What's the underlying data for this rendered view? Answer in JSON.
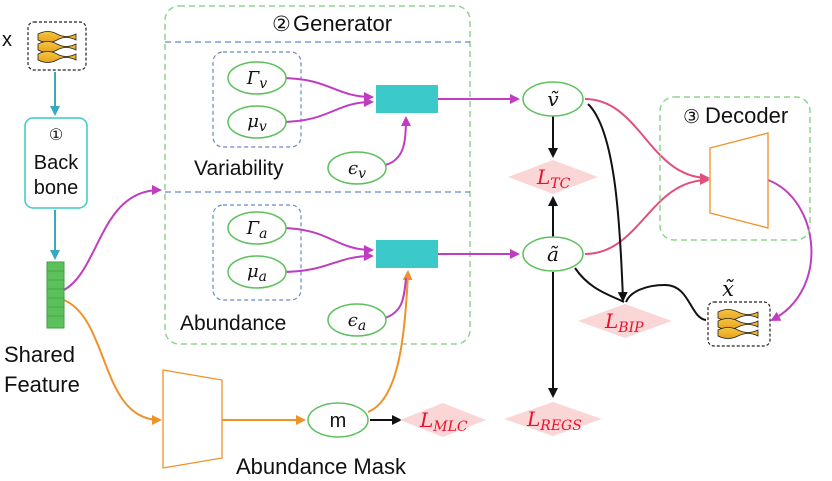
{
  "input": {
    "symbol": "x"
  },
  "backbone": {
    "number": "①",
    "line1": "Back",
    "line2": "bone"
  },
  "shared_feature": {
    "line1": "Shared",
    "line2": "Feature"
  },
  "generator": {
    "number": "②",
    "title": "Generator"
  },
  "variability": {
    "label": "Variability",
    "gamma": "Γ",
    "gamma_sub": "v",
    "mu": "μ",
    "mu_sub": "v",
    "eps": "ϵ",
    "eps_sub": "v"
  },
  "abundance": {
    "label": "Abundance",
    "gamma": "Γ",
    "gamma_sub": "a",
    "mu": "μ",
    "mu_sub": "a",
    "eps": "ϵ",
    "eps_sub": "a"
  },
  "v_tilde": "ṽ",
  "a_tilde": "ã",
  "decoder": {
    "number": "③",
    "title": "Decoder"
  },
  "x_tilde": "x̃",
  "mask": {
    "node": "m",
    "label": "Abundance Mask"
  },
  "losses": {
    "tc": {
      "L": "L",
      "sub": "TC"
    },
    "bip": {
      "L": "L",
      "sub": "BIP"
    },
    "mlc": {
      "L": "L",
      "sub": "MLC"
    },
    "regs": {
      "L": "L",
      "sub": "REGS"
    }
  },
  "colors": {
    "teal": "#3cc9c9",
    "green_dash": "#8fd48f",
    "blue_dash": "#6688cc",
    "magenta": "#c03cc0",
    "orange": "#f0922a",
    "loss_red": "#e8102a",
    "loss_bg": "#fbd6d6",
    "cyan_arrow": "#3aa8c0"
  }
}
